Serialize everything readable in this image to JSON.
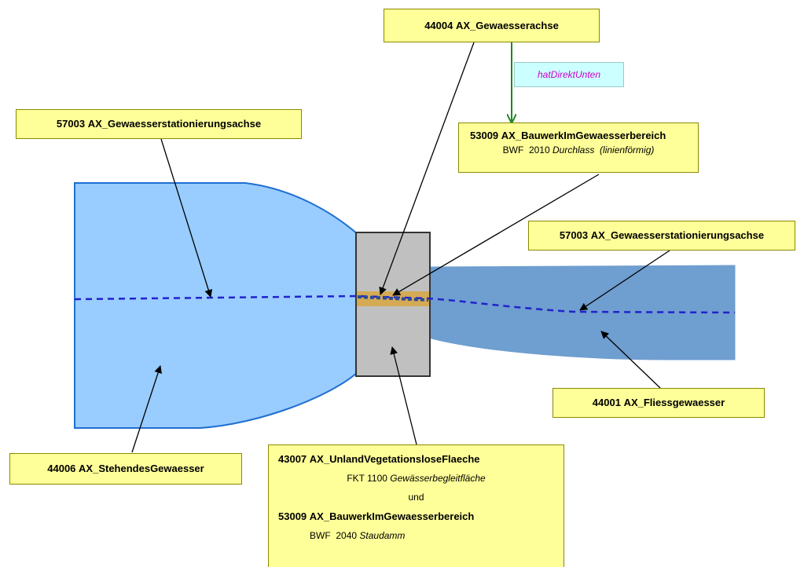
{
  "colors": {
    "standing_water": "#99ccff",
    "standing_water_border": "#1f6fd0",
    "flowing_water": "#6f9ed0",
    "dam_fill": "#c0c0c0",
    "culvert": "#d4aa55",
    "axis_line": "#2222cc",
    "label_fill": "#ffff99",
    "relation_arrow": "#228822",
    "relation_text": "#cc00cc"
  },
  "labels": {
    "axis_top": {
      "code": "44004",
      "name": "AX_Gewaesserachse"
    },
    "relation": {
      "text": "hatDirektUnten"
    },
    "culvert": {
      "code": "53009",
      "name": "AX_BauwerkImGewaesserbereich",
      "attr": "BWF",
      "value": "2010",
      "value_text": "Durchlass",
      "extra": "(linienförmig)"
    },
    "stat_left": {
      "code": "57003",
      "name": "AX_Gewaesserstationierungsachse"
    },
    "stat_right": {
      "code": "57003",
      "name": "AX_Gewaesserstationierungsachse"
    },
    "flowing": {
      "code": "44001",
      "name": "AX_Fliessgewaesser"
    },
    "standing": {
      "code": "44006",
      "name": "AX_StehendesGewaesser"
    },
    "dam": {
      "code1": "43007",
      "name1": "AX_UnlandVegetationsloseFlaeche",
      "attr1": "FKT",
      "value1": "1100",
      "value_text1": "Gewässerbegleitfläche",
      "connector": "und",
      "code2": "53009",
      "name2": "AX_BauwerkImGewaesserbereich",
      "attr2": "BWF",
      "value2": "2040",
      "value_text2": "Staudamm"
    }
  },
  "icons": {
    "arrowhead": "arrow-head-icon"
  }
}
